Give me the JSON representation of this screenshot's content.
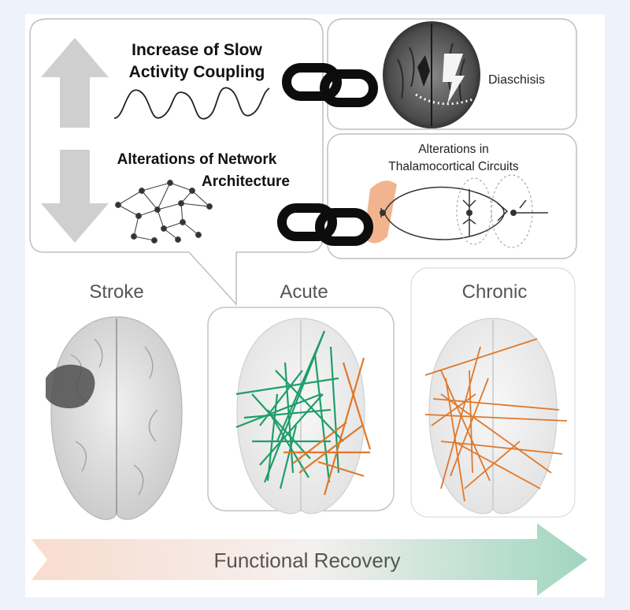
{
  "top_left": {
    "increase_line1": "Increase of Slow",
    "increase_line2": "Activity Coupling",
    "alterations_line1": "Alterations of Network",
    "alterations_line2": "Architecture"
  },
  "top_right": {
    "diaschisis": "Diaschisis",
    "thalamo_line1": "Alterations in",
    "thalamo_line2": "Thalamocortical Circuits"
  },
  "stages": [
    "Stroke",
    "Acute",
    "Chronic"
  ],
  "bottom_arrow": "Functional Recovery",
  "colors": {
    "acute_lines": "#1e9e6a",
    "chronic_lines": "#e0782a",
    "lesion": "#555555",
    "thalamic_highlight": "#f2b48e"
  }
}
